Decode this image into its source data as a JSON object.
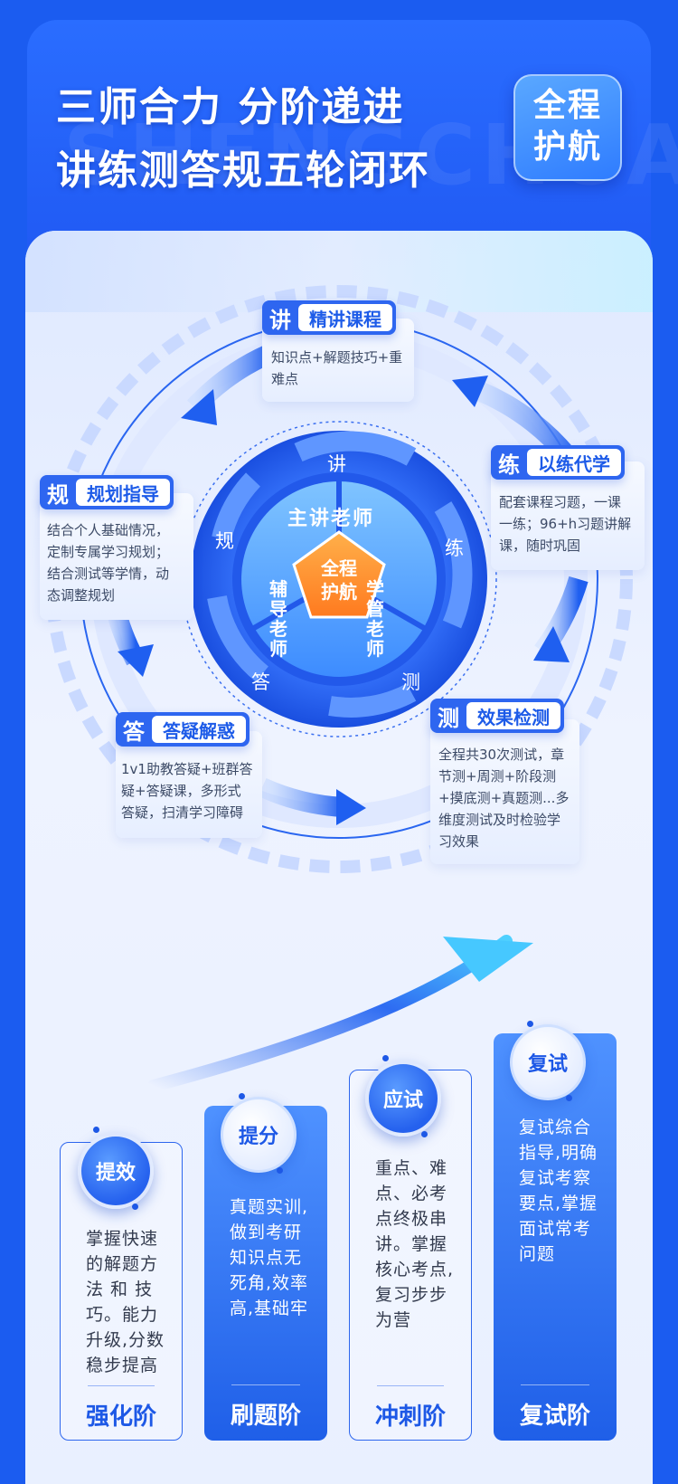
{
  "header": {
    "line1": "三师合力 分阶递进",
    "line2": "讲练测答规五轮闭环",
    "watermark": "SHENGCHUANG",
    "badge_line1": "全程",
    "badge_line2": "护航"
  },
  "cycle": {
    "center_line1": "全程",
    "center_line2": "护航",
    "inner_segments": [
      "主讲老师",
      "学管老师",
      "辅导老师"
    ],
    "ring_labels": [
      "讲",
      "练",
      "测",
      "答",
      "规"
    ]
  },
  "cards": [
    {
      "char": "讲",
      "title": "精讲课程",
      "lines": [
        "知识点+解题技巧+重",
        "难点"
      ]
    },
    {
      "char": "练",
      "title": "以练代学",
      "lines": [
        "配套课程习题，一课",
        "一练；96+h习题讲解",
        "课，随时巩固"
      ]
    },
    {
      "char": "测",
      "title": "效果检测",
      "lines": [
        "全程共30次测试，章",
        "节测+周测+阶段测",
        "+摸底测+真题测...多",
        "维度测试及时检验学",
        "习效果"
      ]
    },
    {
      "char": "答",
      "title": "答疑解惑",
      "lines": [
        "1v1助教答疑+班群答",
        "疑+答疑课，多形式",
        "答疑，扫清学习障碍"
      ]
    },
    {
      "char": "规",
      "title": "规划指导",
      "lines": [
        "结合个人基础情况，",
        "定制专属学习规划；",
        "结合测试等学情，动",
        "态调整规划"
      ]
    }
  ],
  "stages": [
    {
      "step": "提效",
      "lines": [
        "掌握快速",
        "的解题方",
        "法 和 技",
        "巧。能力",
        "升级,分数",
        "稳步提高"
      ],
      "name": "强化阶"
    },
    {
      "step": "提分",
      "lines": [
        "真题实训,",
        "做到考研",
        "知识点无",
        "死角,效率",
        "高,基础牢"
      ],
      "name": "刷题阶"
    },
    {
      "step": "应试",
      "lines": [
        "重点、难",
        "点、必考",
        "点终极串",
        "讲。掌握",
        "核心考点,",
        "复习步步",
        "为营"
      ],
      "name": "冲刺阶"
    },
    {
      "step": "复试",
      "lines": [
        "复试综合",
        "指导,明确",
        "复试考察",
        "要点,掌握",
        "面试常考",
        "问题"
      ],
      "name": "复试阶"
    }
  ],
  "colors": {
    "brand_blue": "#1f5cf0",
    "accent_orange": "#ff8a2a",
    "light_blue": "#5aa8ff"
  }
}
